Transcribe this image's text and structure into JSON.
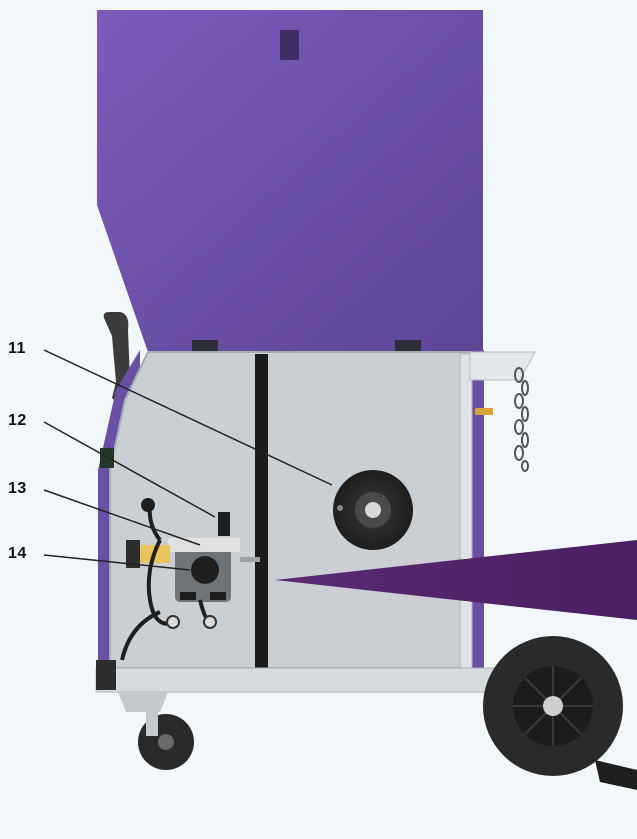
{
  "callouts": [
    {
      "id": "11",
      "label": "11"
    },
    {
      "id": "12",
      "label": "12"
    },
    {
      "id": "13",
      "label": "13"
    },
    {
      "id": "14",
      "label": "14"
    }
  ],
  "colors": {
    "background": "#f2f7fa",
    "lid": "#6b4fa6",
    "panel": "#c9cfd3",
    "frame": "#d6dbde",
    "accent_purple": "#5a2a73",
    "wheel": "#2a2a2a"
  }
}
